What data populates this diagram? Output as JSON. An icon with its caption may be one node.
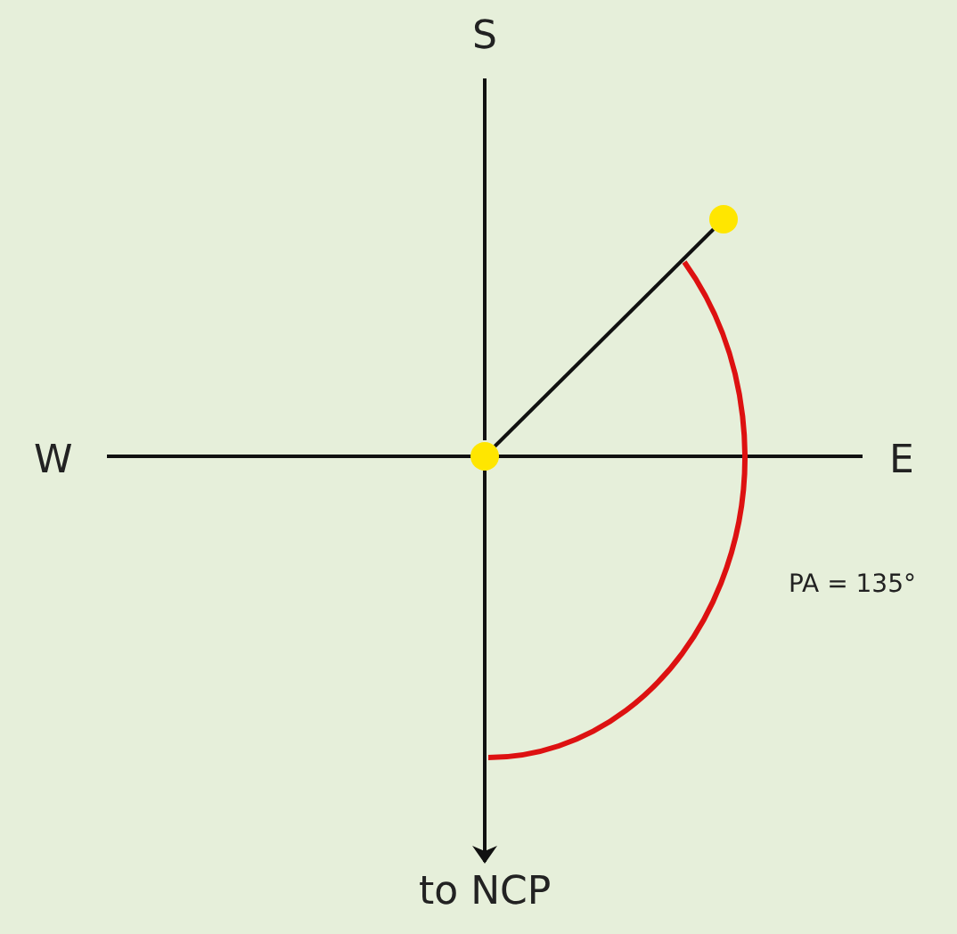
{
  "diagram": {
    "nodes": [
      {
        "text": [],
        "shape": "circle"
      },
      {
        "text": [],
        "shape": "circle"
      },
      {
        "text": [
          "to NCP"
        ]
      }
    ],
    "edges": [
      {
        "from": 0,
        "to": 1,
        "arrow": "none"
      },
      {
        "from": 0,
        "to": 2,
        "arrow": "to"
      }
    ],
    "labels": [
      "S",
      "W",
      "E",
      "PA = 135°"
    ]
  }
}
